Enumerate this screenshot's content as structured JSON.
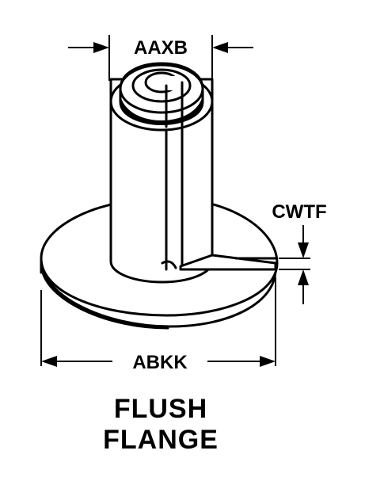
{
  "diagram": {
    "dimensions": {
      "top_width": "AAXB",
      "flange_thickness": "CWTF",
      "flange_width": "ABKK"
    },
    "caption": {
      "line1": "FLUSH",
      "line2": "FLANGE"
    }
  }
}
